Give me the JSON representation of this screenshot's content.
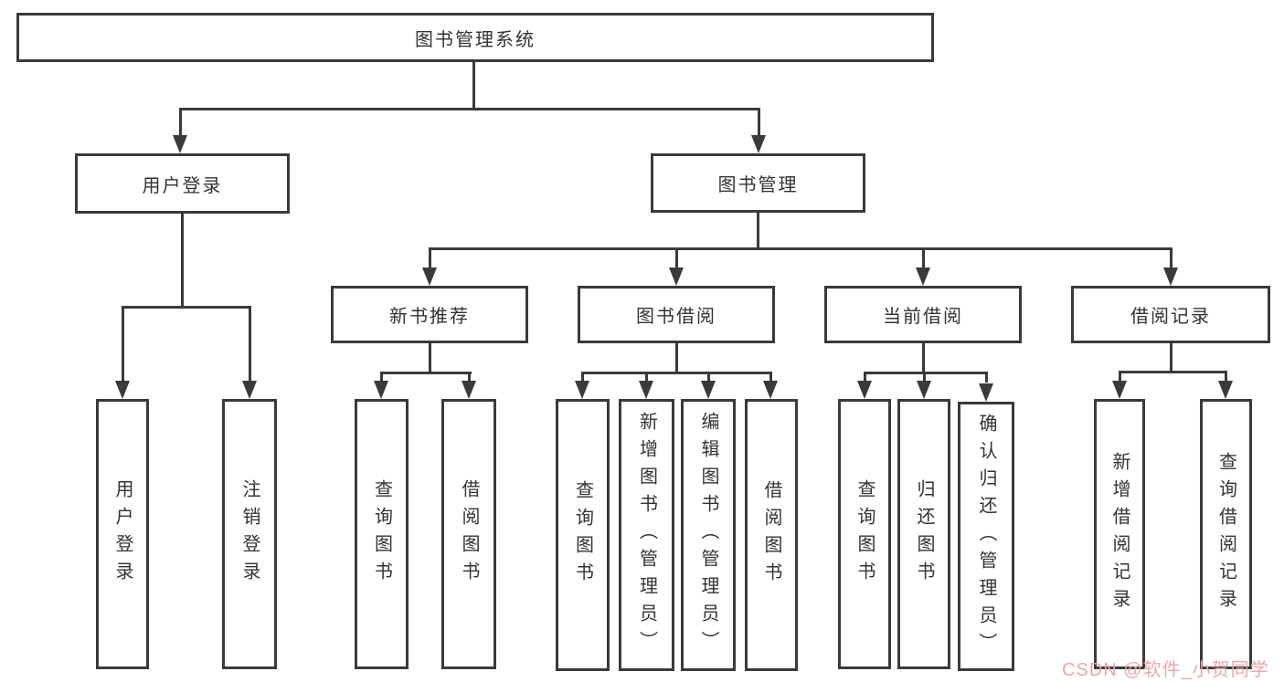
{
  "nodes": {
    "root": "图书管理系统",
    "level2": [
      "用户登录",
      "图书管理"
    ],
    "level3": [
      "新书推荐",
      "图书借阅",
      "当前借阅",
      "借阅记录"
    ],
    "leaves": [
      "用户登录",
      "注销登录",
      "查询图书",
      "借阅图书",
      "查询图书",
      "新增图书（管理员）",
      "编辑图书（管理员）",
      "借阅图书",
      "查询图书",
      "归还图书",
      "确认归还（管理员）",
      "新增借阅记录",
      "查询借阅记录"
    ]
  },
  "watermark": {
    "text": "CSDN @软件_小贺同学",
    "color": "#eea6a6"
  },
  "colors": {
    "line": "#3a3a3a",
    "box_border": "#3a3a3a",
    "text": "#333333",
    "background": "#ffffff"
  }
}
